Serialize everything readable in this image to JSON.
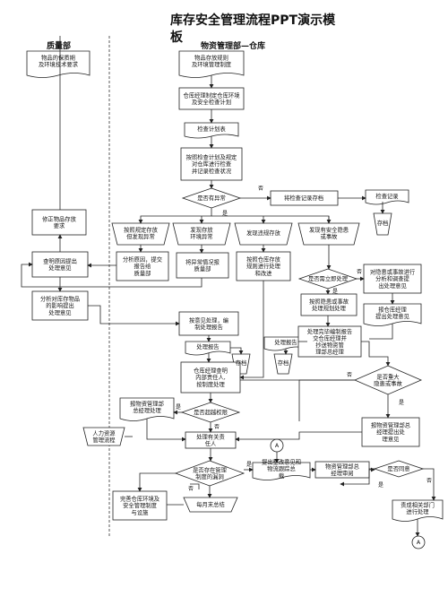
{
  "title": "库存安全管理流程PPT演示模板",
  "lanes": {
    "quality": "质量部",
    "logistics": "物资管理部—仓库"
  },
  "nodes": {
    "n1": [
      "物品的保质期",
      "及环境技术要求"
    ],
    "n2": [
      "物品存放规则",
      "及环境管理制度"
    ],
    "n3": [
      "仓库经理制定仓库环境",
      "及安全检查计划"
    ],
    "n4": [
      "检查计划表"
    ],
    "n5": [
      "按照检查计划及规定",
      "对仓库进行检查",
      "并记录检查状况"
    ],
    "d1": [
      "是否有异常"
    ],
    "n6": [
      "将检查记录存档"
    ],
    "n7": [
      "检查记录"
    ],
    "n8": [
      "存档"
    ],
    "n9": [
      "修正物品存放",
      "要求"
    ],
    "n10": [
      "按照规定存放",
      "但发现异常"
    ],
    "n11": [
      "发现存放",
      "环境异常"
    ],
    "n12": [
      "发现违规存放"
    ],
    "n13": [
      "发现有安全隐患",
      "或事故"
    ],
    "n14": [
      "查明原因提出",
      "处理意见"
    ],
    "n15": [
      "分析原因，提交",
      "报告给",
      "质量部"
    ],
    "n16": [
      "将异常情况报",
      "质量部"
    ],
    "n17": [
      "按照仓库存放",
      "规则进行处理",
      "和改进"
    ],
    "d2": [
      "是否需立即处理"
    ],
    "n18": [
      "对隐患或事故进行",
      "分析和调查提",
      "出处理意见"
    ],
    "n19": [
      "分析对库存物品",
      "的影响提出",
      "处理意见"
    ],
    "n20": [
      "按照隐患或事故",
      "处理规划处理"
    ],
    "n21": [
      "报仓库经理",
      "提出处理意见"
    ],
    "n22": [
      "按意见处理，编",
      "制处理报告"
    ],
    "n23": [
      "处理报告"
    ],
    "n24": [
      "存档"
    ],
    "n25": [
      "处理报告"
    ],
    "n26": [
      "存档"
    ],
    "n27": [
      "处理完毕编制报告",
      "交仓库经理并",
      "抄送物资管",
      "理部总经理"
    ],
    "d3": [
      "是否重大",
      "隐患或事故"
    ],
    "n28": [
      "仓库经理查明",
      "内部责任人,",
      "按制度处理"
    ],
    "n29": [
      "报物资管理部",
      "总经理处理"
    ],
    "d4": [
      "是否超越权限"
    ],
    "n30": [
      "报物资管理部总",
      "经理提出处",
      "理意见"
    ],
    "n31": [
      "人力资源",
      "管理流程"
    ],
    "n32": [
      "处理有关责",
      "任人"
    ],
    "c1": [
      "A"
    ],
    "d5": [
      "是否存在管理",
      "制度的漏洞"
    ],
    "n33": [
      "提出整改意见和",
      "物流跟踪总",
      "载"
    ],
    "n34": [
      "物资管理部总",
      "经理审阅"
    ],
    "d6": [
      "是否同意"
    ],
    "n35": [
      "完善仓库环境及",
      "安全管理制度",
      "与设施"
    ],
    "n36": [
      "每月末总结"
    ],
    "n37": [
      "责成相关部门",
      "进行处理"
    ],
    "c2": [
      "A"
    ]
  },
  "edge_labels": {
    "no": "否",
    "yes": "是"
  }
}
